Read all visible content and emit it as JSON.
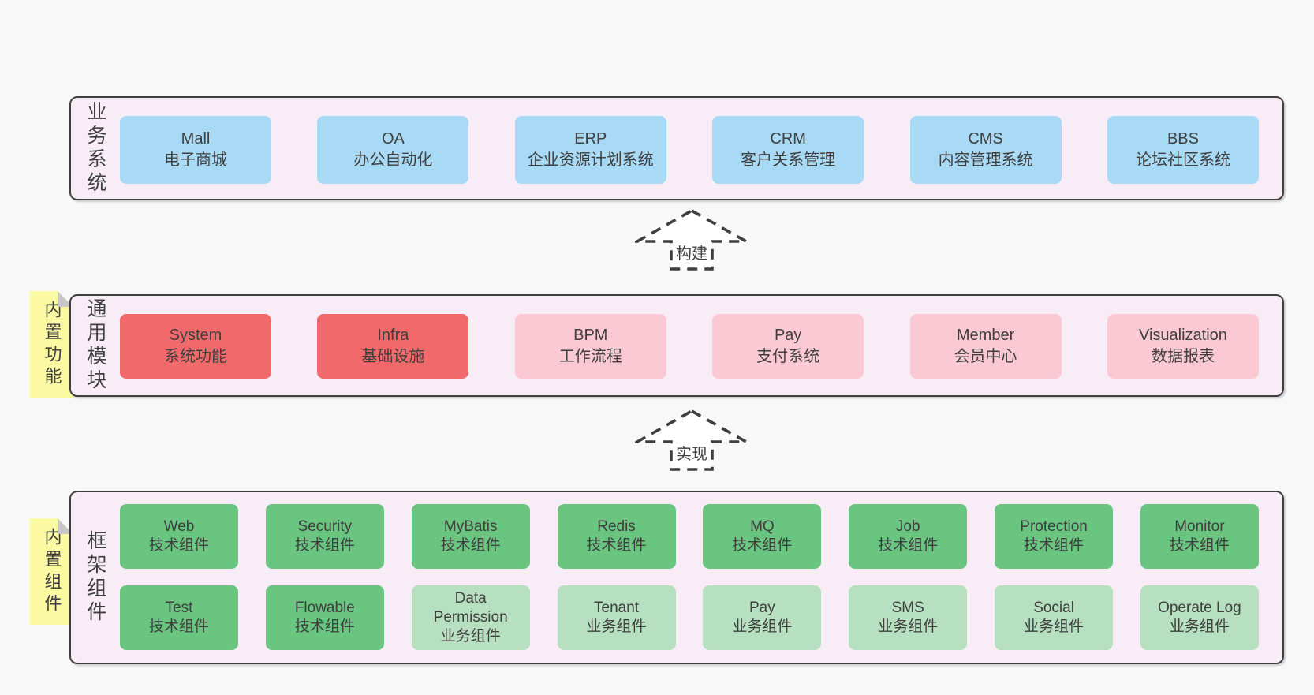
{
  "colors": {
    "page_bg": "#f8f8f8",
    "panel_bg": "#f8edf6",
    "panel_border": "#3f3f3f",
    "text": "#3f3f3f",
    "blue": "#a9daf5",
    "red": "#f2696b",
    "pink": "#fbc9d4",
    "green_dark": "#69c580",
    "green_light": "#b6e0bf",
    "sticky_yellow": "#fbf9a2",
    "fold_gray": "#c8c8c8",
    "arrow_fill": "#ffffff"
  },
  "business": {
    "label": "业务系统",
    "boxes": [
      {
        "title": "Mall",
        "subtitle": "电子商城"
      },
      {
        "title": "OA",
        "subtitle": "办公自动化"
      },
      {
        "title": "ERP",
        "subtitle": "企业资源计划系统"
      },
      {
        "title": "CRM",
        "subtitle": "客户关系管理"
      },
      {
        "title": "CMS",
        "subtitle": "内容管理系统"
      },
      {
        "title": "BBS",
        "subtitle": "论坛社区系统"
      }
    ]
  },
  "arrows": {
    "build": "构建",
    "implement": "实现"
  },
  "modules": {
    "label": "通用模块",
    "sticky": "内置功能",
    "boxes": [
      {
        "title": "System",
        "subtitle": "系统功能"
      },
      {
        "title": "Infra",
        "subtitle": "基础设施"
      },
      {
        "title": "BPM",
        "subtitle": "工作流程"
      },
      {
        "title": "Pay",
        "subtitle": "支付系统"
      },
      {
        "title": "Member",
        "subtitle": "会员中心"
      },
      {
        "title": "Visualization",
        "subtitle": "数据报表"
      }
    ]
  },
  "components": {
    "label": "框架组件",
    "sticky": "内置组件",
    "row1": [
      {
        "title": "Web",
        "subtitle": "技术组件"
      },
      {
        "title": "Security",
        "subtitle": "技术组件"
      },
      {
        "title": "MyBatis",
        "subtitle": "技术组件"
      },
      {
        "title": "Redis",
        "subtitle": "技术组件"
      },
      {
        "title": "MQ",
        "subtitle": "技术组件"
      },
      {
        "title": "Job",
        "subtitle": "技术组件"
      },
      {
        "title": "Protection",
        "subtitle": "技术组件"
      },
      {
        "title": "Monitor",
        "subtitle": "技术组件"
      }
    ],
    "row2": [
      {
        "title": "Test",
        "subtitle": "技术组件"
      },
      {
        "title": "Flowable",
        "subtitle": "技术组件"
      },
      {
        "title": "Data Permission",
        "subtitle": "业务组件"
      },
      {
        "title": "Tenant",
        "subtitle": "业务组件"
      },
      {
        "title": "Pay",
        "subtitle": "业务组件"
      },
      {
        "title": "SMS",
        "subtitle": "业务组件"
      },
      {
        "title": "Social",
        "subtitle": "业务组件"
      },
      {
        "title": "Operate Log",
        "subtitle": "业务组件"
      }
    ]
  }
}
